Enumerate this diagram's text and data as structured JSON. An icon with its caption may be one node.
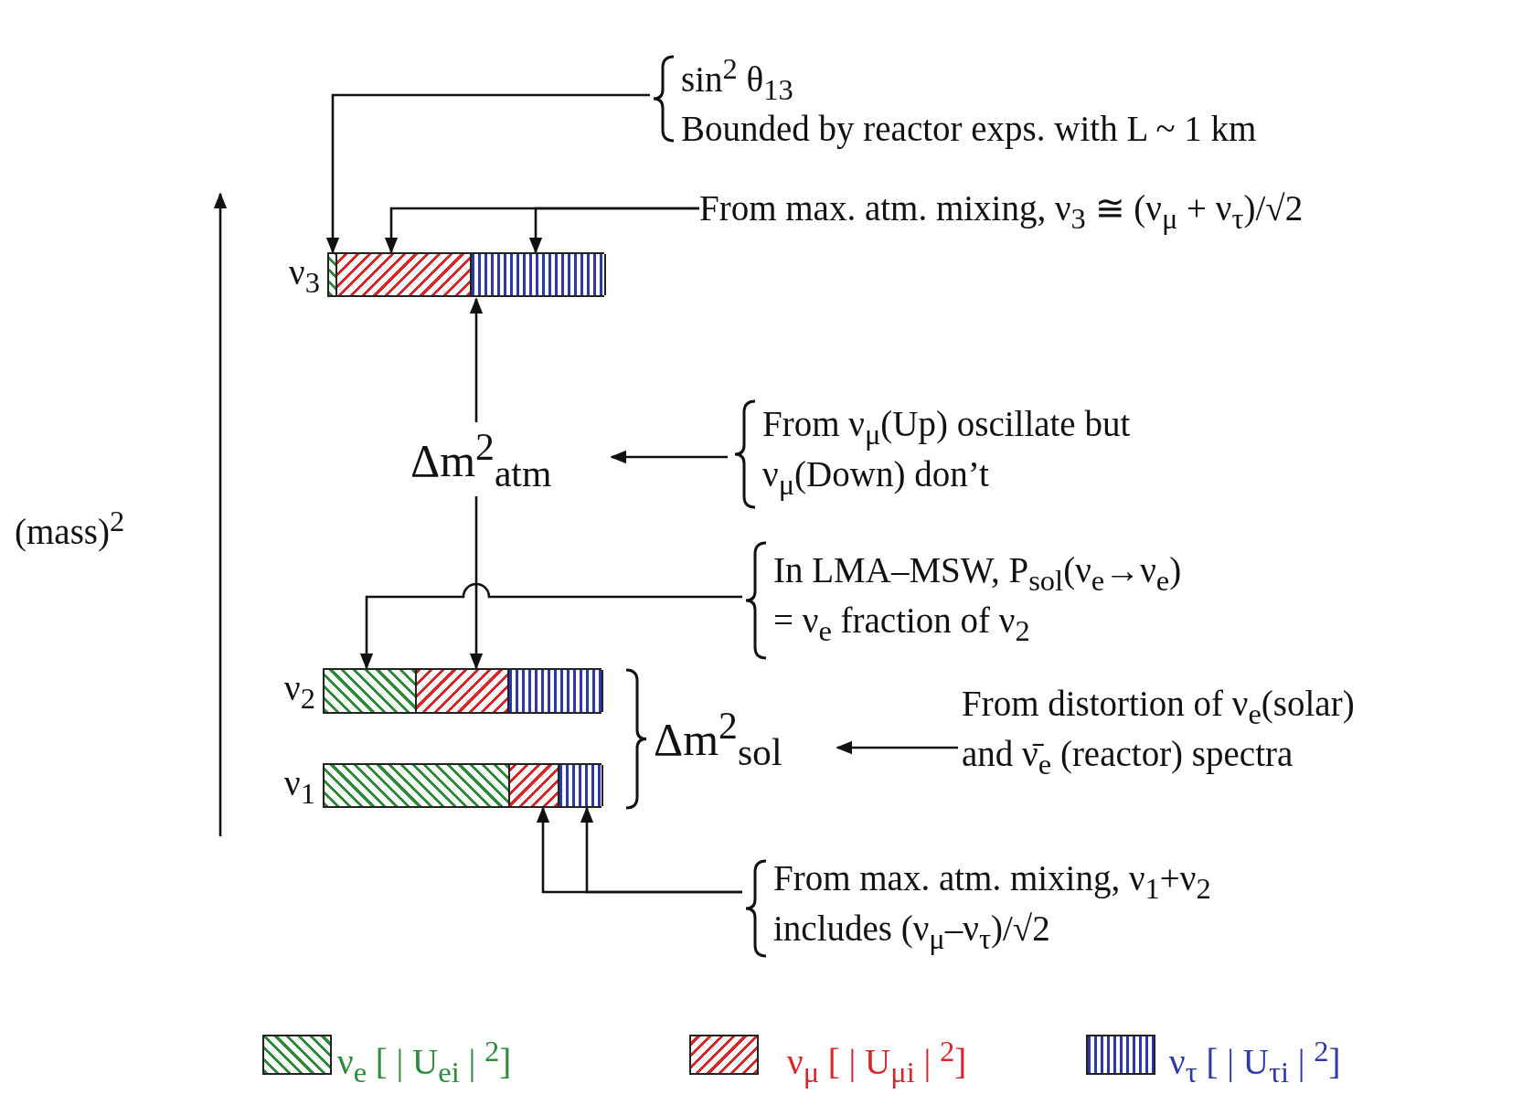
{
  "diagram": {
    "nodes": [
      {
        "text": [],
        "shape": "bar",
        "beside": [
          "ν$_{3}$"
        ]
      },
      {
        "text": [],
        "shape": "bar",
        "in": 0
      },
      {
        "text": [],
        "shape": "bar",
        "in": 0
      },
      {
        "text": [],
        "shape": "bar",
        "in": 0
      },
      {
        "text": [],
        "shape": "bar",
        "beside": [
          "ν$_{2}$"
        ]
      },
      {
        "text": [],
        "shape": "bar",
        "in": 4
      },
      {
        "text": [],
        "shape": "bar",
        "in": 4
      },
      {
        "text": [],
        "shape": "bar",
        "in": 4
      },
      {
        "text": [],
        "shape": "bar",
        "beside": [
          "ν$_{1}$"
        ]
      },
      {
        "text": [],
        "shape": "bar",
        "in": 8
      },
      {
        "text": [],
        "shape": "bar",
        "in": 8
      },
      {
        "text": [],
        "shape": "bar",
        "in": 8
      },
      {
        "text": [
          "sin$^{2}$ θ$_{13}$",
          "Bounded by reactor exps. with L ~ 1 km"
        ]
      },
      {
        "text": [
          "From max. atm. mixing, ν$_{3}$ ≅ (ν$_{μ}$ + ν$_{τ}$)/√2"
        ]
      },
      {
        "text": [
          "Δm$^{2}$$_{atm}$"
        ]
      },
      {
        "text": [
          "From ν$_{μ}$(Up) oscillate but ν$_{μ}$(Down) don’t"
        ]
      },
      {
        "text": [
          "In LMA–MSW, P$_{sol}$(ν$_{e}$→ν$_{e}$) = ν$_{e}$ fraction of ν$_{2}$"
        ]
      },
      {
        "text": [
          "Δm$^{2}$$_{sol}$"
        ]
      },
      {
        "text": [
          "From distortion of ν$_{e}$(solar) and ν̄$_{e}$ (reactor) spectra"
        ]
      },
      {
        "text": [
          "From max. atm. mixing, ν$_{1}$+ν$_{2}$ includes (ν$_{μ}$–ν$_{τ}$)/√2"
        ]
      }
    ],
    "edges": [
      {
        "from": 12,
        "to": 1,
        "arrow": "to"
      },
      {
        "from": 13,
        "to": 2,
        "arrow": "to"
      },
      {
        "from": 13,
        "to": 3,
        "arrow": "to"
      },
      {
        "from": 14,
        "to": 0,
        "arrow": "to"
      },
      {
        "from": 14,
        "to": 6,
        "arrow": "to"
      },
      {
        "from": 16,
        "to": 5,
        "arrow": "to"
      },
      {
        "from": 15,
        "to": 14,
        "arrow": "to"
      },
      {
        "from": 18,
        "to": 17,
        "arrow": "to"
      },
      {
        "from": 19,
        "to": 10,
        "arrow": "to"
      },
      {
        "from": 19,
        "to": 11,
        "arrow": "to"
      }
    ],
    "labels": [
      "(mass)$^{2}$"
    ],
    "legend": [
      {
        "text": "ν$_{e}$ [ | U$_{ei}$ | $^{2}$]",
        "color": "#2e8b3a"
      },
      {
        "text": "ν$_{μ}$ [ | U$_{μi}$ | $^{2}$]",
        "color": "#d9262b"
      },
      {
        "text": "ν$_{τ}$ [ | U$_{τi}$ | $^{2}$]",
        "color": "#2b3aa8"
      }
    ]
  }
}
